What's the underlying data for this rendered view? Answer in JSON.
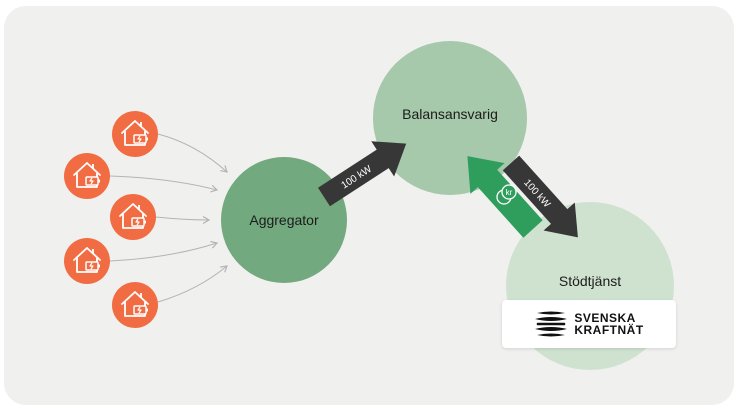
{
  "nodes": {
    "aggregator": {
      "label": "Aggregator"
    },
    "balansansvarig": {
      "label": "Balansansvarig"
    },
    "stodtjanst": {
      "label": "Stödtjänst"
    }
  },
  "flows": {
    "aggregator_to_balansansvarig": {
      "label": "100 kW"
    },
    "balansansvarig_to_stodtjanst": {
      "label": "100 kW"
    }
  },
  "logo": {
    "line1": "SVENSKA",
    "line2": "KRAFTNÄT"
  },
  "houses": [
    {
      "icon": "house-battery-icon"
    },
    {
      "icon": "house-battery-icon"
    },
    {
      "icon": "house-battery-icon"
    },
    {
      "icon": "house-battery-icon"
    },
    {
      "icon": "house-battery-icon"
    }
  ],
  "colors": {
    "background": "#f0f0ef",
    "house": "#f26c43",
    "aggregator": "#73a97f",
    "balansansvarig": "#a6c8ab",
    "stodtjanst": "#cfe2cf",
    "dark_arrow": "#373737",
    "green_arrow": "#2f9e5c"
  }
}
